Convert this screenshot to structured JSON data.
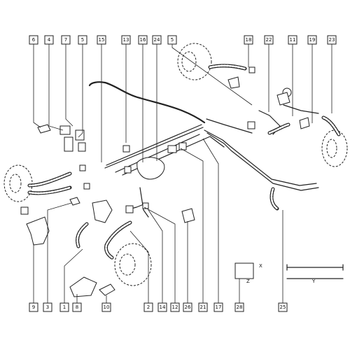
{
  "callouts": [
    "6",
    "4",
    "7",
    "5",
    "15",
    "13",
    "16",
    "24",
    "5",
    "18",
    "22",
    "11",
    "19",
    "23",
    "9",
    "3",
    "1",
    "8",
    "10",
    "2",
    "14",
    "12",
    "26",
    "21",
    "17",
    "28",
    "25"
  ],
  "dimension_labels": {
    "x": "X",
    "y": "Y",
    "z": "Z"
  }
}
